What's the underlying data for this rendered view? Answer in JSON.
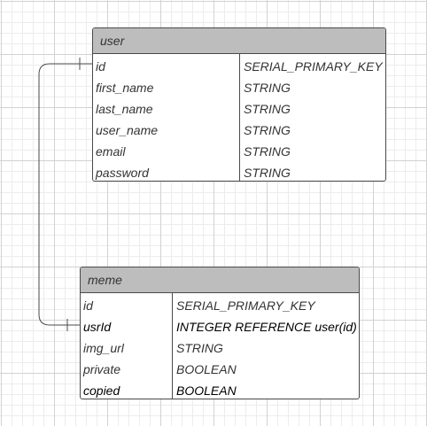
{
  "entities": {
    "user": {
      "name": "user",
      "fields": [
        {
          "name": "id",
          "type": "SERIAL_PRIMARY_KEY",
          "emphasis": false
        },
        {
          "name": "first_name",
          "type": "STRING",
          "emphasis": false
        },
        {
          "name": "last_name",
          "type": "STRING",
          "emphasis": false
        },
        {
          "name": "user_name",
          "type": "STRING",
          "emphasis": false
        },
        {
          "name": "email",
          "type": "STRING",
          "emphasis": false
        },
        {
          "name": "password",
          "type": "STRING",
          "emphasis": false
        }
      ]
    },
    "meme": {
      "name": "meme",
      "fields": [
        {
          "name": "id",
          "type": "SERIAL_PRIMARY_KEY",
          "emphasis": false
        },
        {
          "name": "usrId",
          "type": "INTEGER REFERENCE user(id)",
          "emphasis": true
        },
        {
          "name": "img_url",
          "type": "STRING",
          "emphasis": false
        },
        {
          "name": "private",
          "type": "BOOLEAN",
          "emphasis": false
        },
        {
          "name": "copied",
          "type": "BOOLEAN",
          "emphasis": true
        }
      ]
    }
  },
  "relationships": [
    {
      "from": "user.id",
      "to": "meme.usrId",
      "from_end": "one",
      "to_end": "one"
    }
  ],
  "colors": {
    "header_fill": "#bdbdbd",
    "border": "#4a4a4a",
    "text": "#333333",
    "grid_major": "#d2d2d2",
    "grid_minor": "#ececec"
  }
}
